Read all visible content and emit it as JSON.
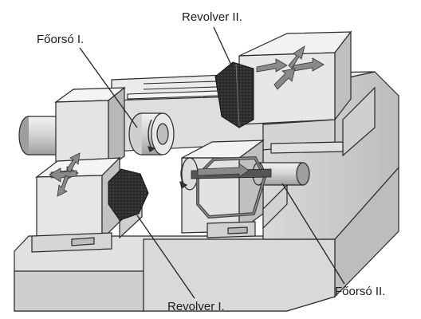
{
  "labels": {
    "main_spindle_1": "Főorsó I.",
    "turret_2": "Revolver II.",
    "turret_1": "Revolver I.",
    "main_spindle_2": "Főorsó II."
  },
  "colors": {
    "outline": "#2a2a2a",
    "light_face": "#e6e6e6",
    "mid_face": "#c9c9c9",
    "dark_face": "#a8a8a8",
    "turret_dark": "#2b2b2b",
    "arrow_fill": "#8a8a8a"
  }
}
